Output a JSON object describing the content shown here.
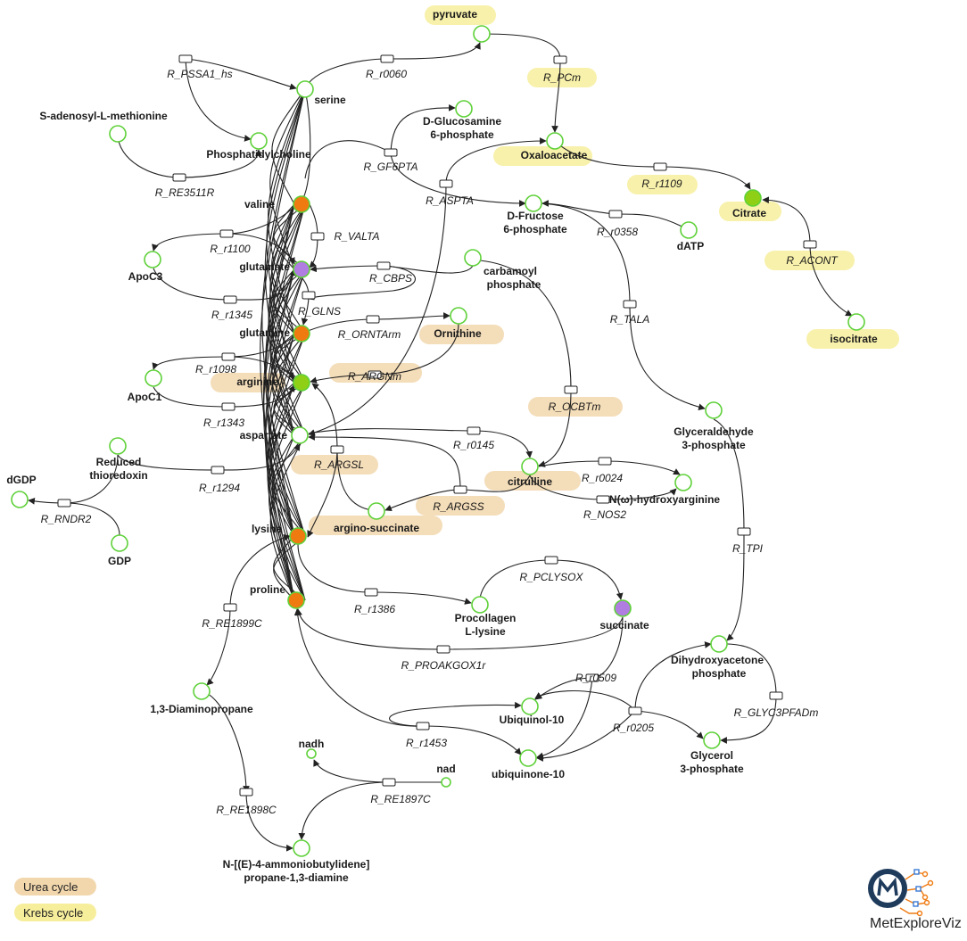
{
  "app": {
    "brand": "MetExploreViz"
  },
  "colors": {
    "urea": "#f2d7ad",
    "krebs": "#f7ee9c",
    "node_stroke": "#5fd13a",
    "orange": "#ef7a10",
    "lime": "#8fd016",
    "purple": "#b07ee0"
  },
  "legend": [
    {
      "label": "Urea cycle",
      "color": "#f2d7ad"
    },
    {
      "label": "Krebs cycle",
      "color": "#f7ee9c"
    }
  ],
  "metabolites": [
    {
      "id": "pyruvate",
      "label": "pyruvate"
    },
    {
      "id": "serine",
      "label": "serine"
    },
    {
      "id": "sam",
      "label": "S-adenosyl-L-methionine"
    },
    {
      "id": "pc",
      "label": "Phosphatidylcholine"
    },
    {
      "id": "glcn6p",
      "label": "D-Glucosamine 6-phosphate"
    },
    {
      "id": "oaa",
      "label": "Oxaloacetate"
    },
    {
      "id": "citrate",
      "label": "Citrate"
    },
    {
      "id": "valine",
      "label": "valine"
    },
    {
      "id": "glutamate",
      "label": "glutamate"
    },
    {
      "id": "glutamine",
      "label": "glutamine"
    },
    {
      "id": "arginine",
      "label": "arginine"
    },
    {
      "id": "aspartate",
      "label": "aspartate"
    },
    {
      "id": "lysine",
      "label": "lysine"
    },
    {
      "id": "proline",
      "label": "proline"
    },
    {
      "id": "apoc3",
      "label": "ApoC3"
    },
    {
      "id": "apoc1",
      "label": "ApoC1"
    },
    {
      "id": "f6p",
      "label": "D-Fructose 6-phosphate"
    },
    {
      "id": "datp",
      "label": "dATP"
    },
    {
      "id": "carbp",
      "label": "carbamoyl phosphate"
    },
    {
      "id": "ornithine",
      "label": "Ornithine"
    },
    {
      "id": "isocitrate",
      "label": "isocitrate"
    },
    {
      "id": "g3p",
      "label": "Glyceraldehyde 3-phosphate"
    },
    {
      "id": "citrulline",
      "label": "citrulline"
    },
    {
      "id": "nohydroxy",
      "label": "N(ω)-hydroxyarginine"
    },
    {
      "id": "redtrx",
      "label": "Reduced thioredoxin"
    },
    {
      "id": "dgdp",
      "label": "dGDP"
    },
    {
      "id": "gdp",
      "label": "GDP"
    },
    {
      "id": "argsucc",
      "label": "argino-succinate"
    },
    {
      "id": "procoll",
      "label": "Procollagen L-lysine"
    },
    {
      "id": "succinate",
      "label": "succinate"
    },
    {
      "id": "dhap",
      "label": "Dihydroxyacetone phosphate"
    },
    {
      "id": "ubiquinol",
      "label": "Ubiquinol-10"
    },
    {
      "id": "ubiquinone",
      "label": "ubiquinone-10"
    },
    {
      "id": "glycerol3p",
      "label": "Glycerol 3-phosphate"
    },
    {
      "id": "diap",
      "label": "1,3-Diaminopropane"
    },
    {
      "id": "nadh",
      "label": "nadh"
    },
    {
      "id": "nad",
      "label": "nad"
    },
    {
      "id": "ammon",
      "label": "N-[(E)-4-ammoniobutylidene] propane-1,3-diamine"
    }
  ],
  "reactions": [
    {
      "id": "r0060",
      "label": "R_r0060"
    },
    {
      "id": "pssa1",
      "label": "R_PSSA1_hs"
    },
    {
      "id": "pcm",
      "label": "R_PCm"
    },
    {
      "id": "re3511r",
      "label": "R_RE3511R"
    },
    {
      "id": "gf6pta",
      "label": "R_GF6PTA"
    },
    {
      "id": "aspta",
      "label": "R_ASPTA"
    },
    {
      "id": "r1109",
      "label": "R_r1109"
    },
    {
      "id": "valta",
      "label": "R_VALTA"
    },
    {
      "id": "r1100",
      "label": "R_r1100"
    },
    {
      "id": "r0358",
      "label": "R_r0358"
    },
    {
      "id": "acont",
      "label": "R_ACONT"
    },
    {
      "id": "cbps",
      "label": "R_CBPS"
    },
    {
      "id": "r1345",
      "label": "R_r1345"
    },
    {
      "id": "glns",
      "label": "R_GLNS"
    },
    {
      "id": "orntarm",
      "label": "R_ORNTArm"
    },
    {
      "id": "tala",
      "label": "R_TALA"
    },
    {
      "id": "r1098",
      "label": "R_r1098"
    },
    {
      "id": "argnm",
      "label": "R_ARGNm"
    },
    {
      "id": "ocbtm",
      "label": "R_OCBTm"
    },
    {
      "id": "r1343",
      "label": "R_r1343"
    },
    {
      "id": "r0145",
      "label": "R_r0145"
    },
    {
      "id": "argsl",
      "label": "R_ARGSL"
    },
    {
      "id": "r0024",
      "label": "R_r0024"
    },
    {
      "id": "r1294",
      "label": "R_r1294"
    },
    {
      "id": "argss",
      "label": "R_ARGSS"
    },
    {
      "id": "nos2",
      "label": "R_NOS2"
    },
    {
      "id": "rndr2",
      "label": "R_RNDR2"
    },
    {
      "id": "tpi",
      "label": "R_TPI"
    },
    {
      "id": "pclysox",
      "label": "R_PCLYSOX"
    },
    {
      "id": "re1899c",
      "label": "R_RE1899C"
    },
    {
      "id": "r1386",
      "label": "R_r1386"
    },
    {
      "id": "proakgox1r",
      "label": "R_PROAKGOX1r"
    },
    {
      "id": "r0509",
      "label": "R_r0509"
    },
    {
      "id": "glyc3pfadm",
      "label": "R_GLYC3PFADm"
    },
    {
      "id": "r0205",
      "label": "R_r0205"
    },
    {
      "id": "r1453",
      "label": "R_r1453"
    },
    {
      "id": "re1897c",
      "label": "R_RE1897C"
    },
    {
      "id": "re1898c",
      "label": "R_RE1898C"
    }
  ]
}
